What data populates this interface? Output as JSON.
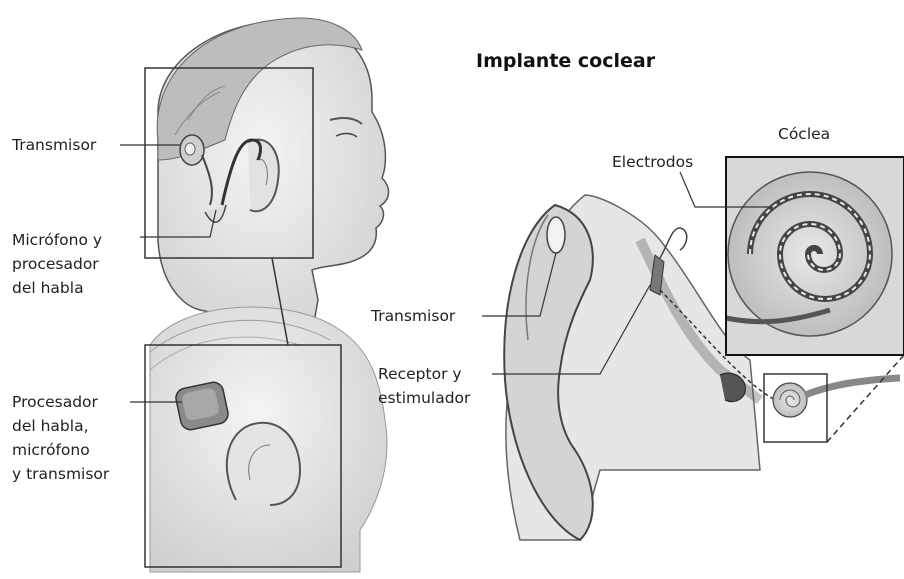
{
  "title": "Implante coclear",
  "labels": {
    "transmisor_head": "Transmisor",
    "microfono_procesador": "Micrófono y\nprocesador\ndel habla",
    "procesador_transmisor": "Procesador\ndel habla,\nmicrófono\ny transmisor",
    "transmisor_ear": "Transmisor",
    "receptor": "Receptor y\nestimulador",
    "electrodos": "Electrodos",
    "coclea": "Cóclea"
  }
}
